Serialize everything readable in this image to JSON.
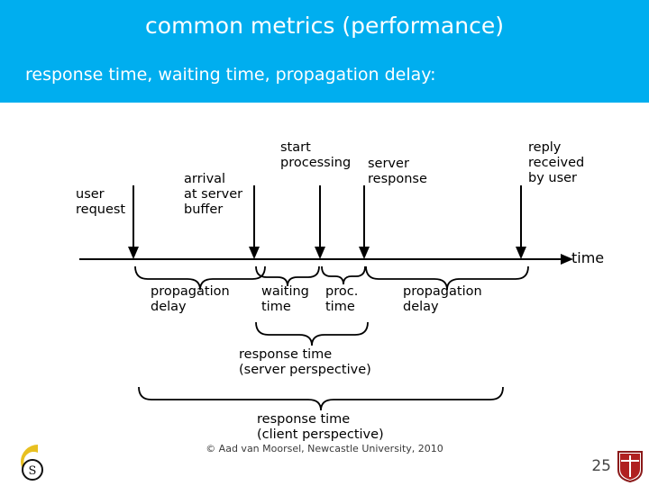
{
  "slide": {
    "title": "common metrics (performance)",
    "subtitle": "response time, waiting time, propagation delay:",
    "title_bg": "#00AEEF",
    "title_color": "#FFFFFF",
    "footer_credit": "© Aad van Moorsel, Newcastle University, 2010",
    "page_number": "25"
  },
  "diagram": {
    "axis_label": "time",
    "event_labels": [
      {
        "id": "user-request",
        "lines": [
          "user",
          "request"
        ]
      },
      {
        "id": "arrival-at-server-buffer",
        "lines": [
          "arrival",
          "at server",
          "buffer"
        ]
      },
      {
        "id": "start-processing",
        "lines": [
          "start",
          "processing"
        ]
      },
      {
        "id": "server-response",
        "lines": [
          "server",
          "response"
        ]
      },
      {
        "id": "reply-received-by-user",
        "lines": [
          "reply",
          "received",
          "by user"
        ]
      }
    ],
    "interval_labels": [
      {
        "id": "propagation-delay-1",
        "lines": [
          "propagation",
          "delay"
        ]
      },
      {
        "id": "waiting-time",
        "lines": [
          "waiting",
          "time"
        ]
      },
      {
        "id": "proc-time",
        "lines": [
          "proc.",
          "time"
        ]
      },
      {
        "id": "propagation-delay-2",
        "lines": [
          "propagation",
          "delay"
        ]
      }
    ],
    "summary_labels": [
      {
        "id": "response-time-server",
        "lines": [
          "response time",
          "(server perspective)"
        ]
      },
      {
        "id": "response-time-client",
        "lines": [
          "response time",
          "(client perspective)"
        ]
      }
    ]
  }
}
